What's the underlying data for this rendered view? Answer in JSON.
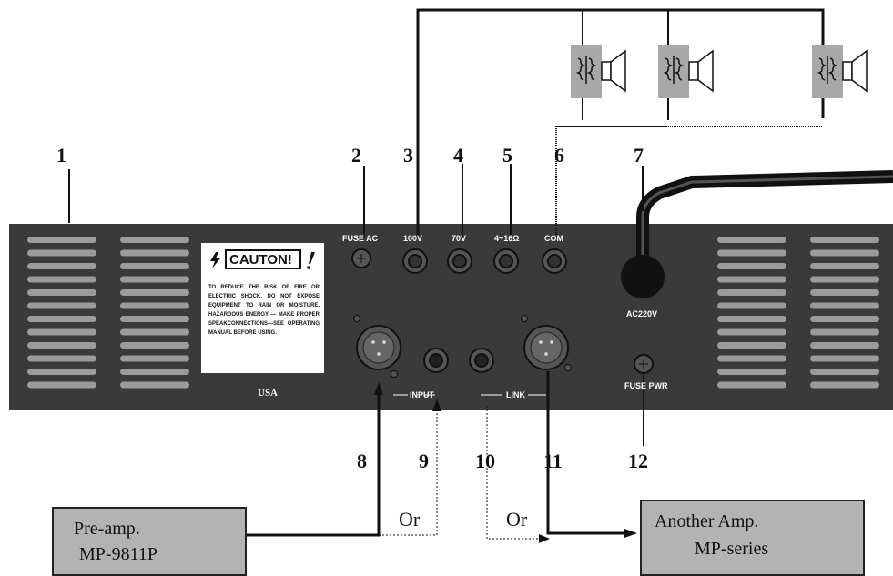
{
  "callouts": [
    "1",
    "2",
    "3",
    "4",
    "5",
    "6",
    "7",
    "8",
    "9",
    "10",
    "11",
    "12"
  ],
  "panel": {
    "fuse_ac": "FUSE AC",
    "tap_100v": "100V",
    "tap_70v": "70V",
    "tap_ohm": "4~16Ω",
    "tap_com": "COM",
    "ac_power": "AC220V",
    "fuse_pwr": "FUSE PWR",
    "origin": "USA",
    "input_label": "INPUT",
    "link_label": "LINK"
  },
  "caution": {
    "heading": "CAUTON!",
    "text": "TO REDUCE THE RISK OF FIRE OR ELECTRIC SHOCK, DO NOT EXPOSE EQUIPMENT TO RAIN OR MOISTURE. HAZARDOUS ENERGY — MAKE PROPER SPEAKCONNECTIONS—SEE OPERATING MANUAL BEFORE USING."
  },
  "or_labels": [
    "Or",
    "Or"
  ],
  "preamp_box": {
    "line1": "Pre-amp.",
    "line2": "MP-9811P"
  },
  "another_amp_box": {
    "line1": "Another Amp.",
    "line2": "MP-series"
  },
  "colors": {
    "panel": "#3a3a3a",
    "vent": "#9b9b9b",
    "box": "#b3b3b3",
    "speaker": "#a8a8a8"
  }
}
